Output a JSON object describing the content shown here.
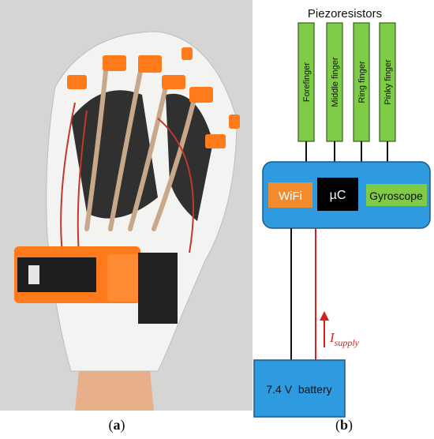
{
  "panel_a": {
    "caption_open": "(",
    "caption_letter": "a",
    "caption_close": ")"
  },
  "panel_b": {
    "caption_open": "(",
    "caption_letter": "b",
    "caption_close": ")",
    "heading": "Piezoresistors",
    "fingers": [
      "Forefinger",
      "Middle finger",
      "Ring finger",
      "Pinky finger"
    ],
    "modules": {
      "wifi": "WiFi",
      "mcu": "µC",
      "gyro": "Gyroscope"
    },
    "battery": "7.4 V  battery",
    "current_symbol": "I",
    "current_subscript": "supply"
  },
  "colors": {
    "sensor_green": "#7ecb45",
    "board_blue": "#2e9be0",
    "wifi_orange": "#f28a2e",
    "mcu_black": "#000000",
    "current_red": "#d62020",
    "glove_orange": "#ff7a1a"
  }
}
